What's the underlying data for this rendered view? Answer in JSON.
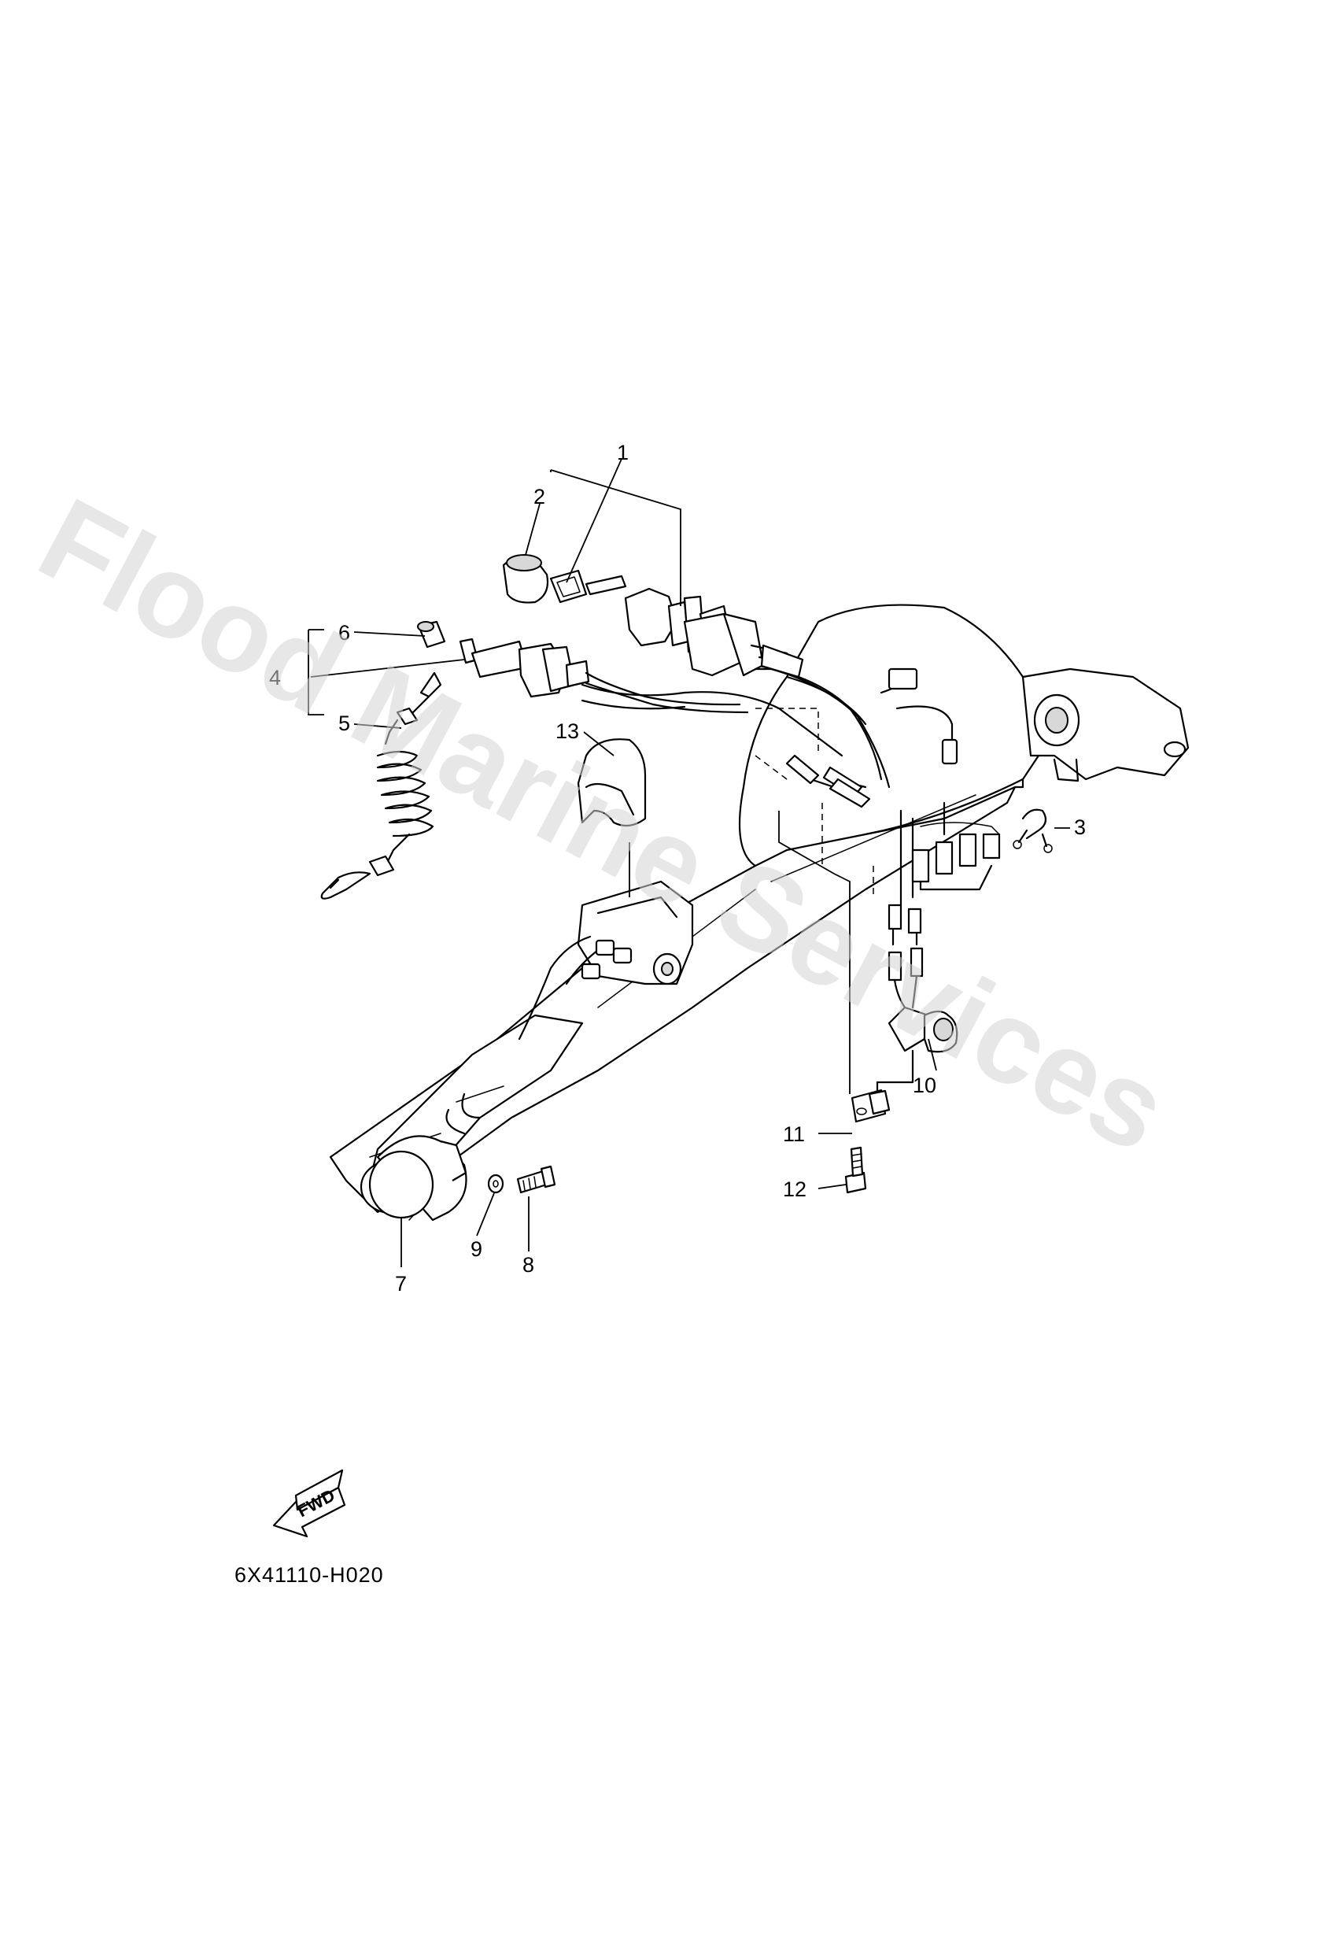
{
  "diagram": {
    "drawing_code": "6X41110-H020",
    "watermark": "Flood Marine Services",
    "direction_arrow": {
      "label": "FWD",
      "icon": "fwd-arrow-icon"
    },
    "callouts": [
      {
        "id": "1",
        "label": "1"
      },
      {
        "id": "2",
        "label": "2"
      },
      {
        "id": "3",
        "label": "3"
      },
      {
        "id": "4",
        "label": "4"
      },
      {
        "id": "5",
        "label": "5"
      },
      {
        "id": "6",
        "label": "6"
      },
      {
        "id": "7",
        "label": "7"
      },
      {
        "id": "8",
        "label": "8"
      },
      {
        "id": "9",
        "label": "9"
      },
      {
        "id": "10",
        "label": "10"
      },
      {
        "id": "11",
        "label": "11"
      },
      {
        "id": "12",
        "label": "12"
      },
      {
        "id": "13",
        "label": "13"
      }
    ]
  }
}
